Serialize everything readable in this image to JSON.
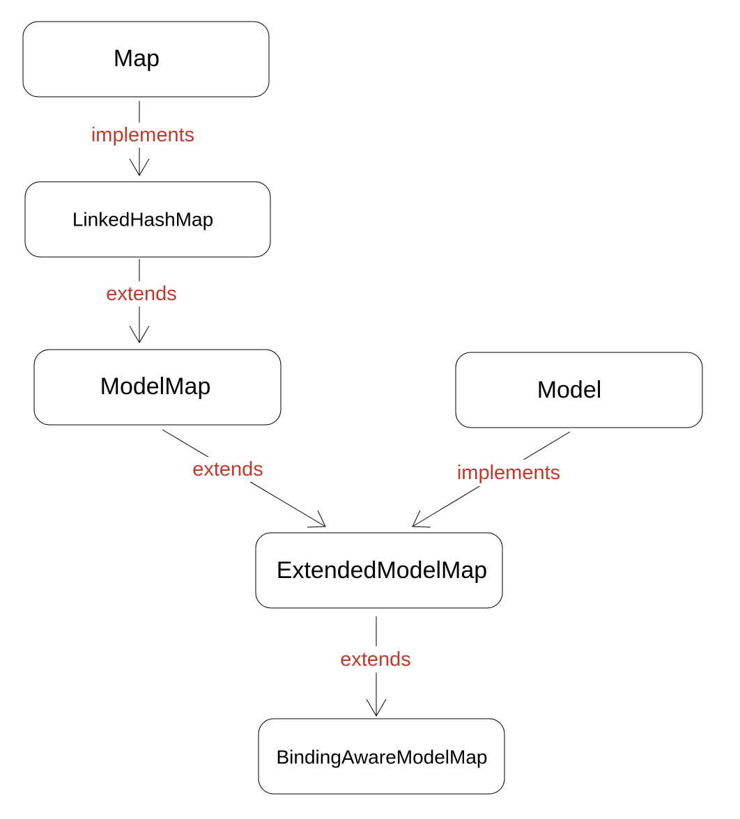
{
  "colors": {
    "relation_label": "#c0392b",
    "node_border": "#000000",
    "node_fill": "#ffffff"
  },
  "nodes": [
    {
      "id": "map",
      "label": "Map"
    },
    {
      "id": "linked",
      "label": "LinkedHashMap"
    },
    {
      "id": "modelmap",
      "label": "ModelMap"
    },
    {
      "id": "model",
      "label": "Model"
    },
    {
      "id": "extended",
      "label": "ExtendedModelMap"
    },
    {
      "id": "binding",
      "label": "BindingAwareModelMap"
    }
  ],
  "edges": [
    {
      "id": "map-linked",
      "from": "map",
      "to": "linked",
      "label": "implements"
    },
    {
      "id": "linked-modelmap",
      "from": "linked",
      "to": "modelmap",
      "label": "extends"
    },
    {
      "id": "modelmap-extended",
      "from": "modelmap",
      "to": "extended",
      "label": "extends"
    },
    {
      "id": "model-extended",
      "from": "model",
      "to": "extended",
      "label": "implements"
    },
    {
      "id": "extended-binding",
      "from": "extended",
      "to": "binding",
      "label": "extends"
    }
  ]
}
